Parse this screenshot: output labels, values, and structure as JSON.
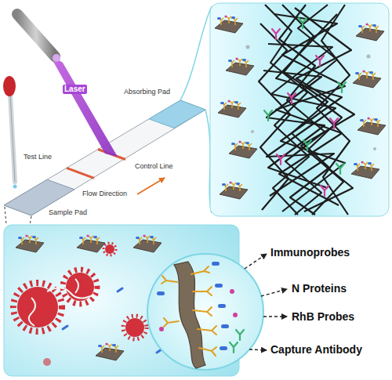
{
  "diagram": {
    "labels": [
      "Laser",
      "Absorbing Pad",
      "Test Line",
      "Control Line",
      "Flow Direction",
      "Sample Pad",
      "Immunoprobes",
      "N Proteins",
      "RhB Probes",
      "Capture Antibody"
    ]
  }
}
